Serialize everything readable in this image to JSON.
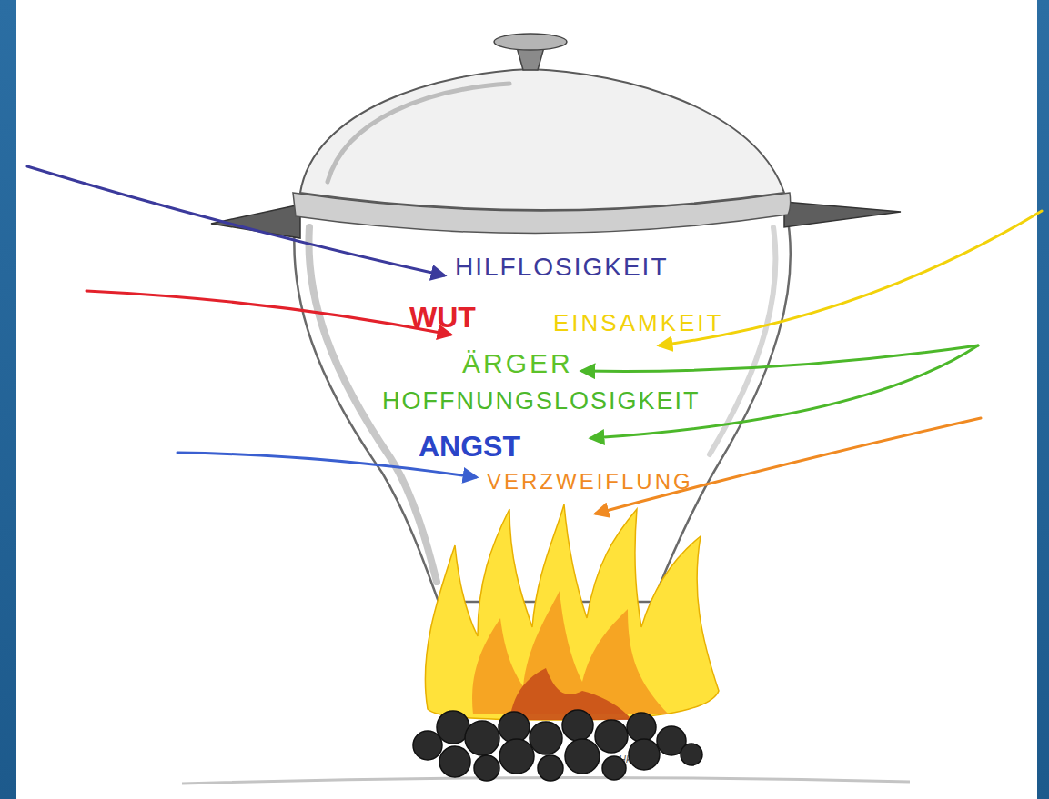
{
  "diagram": {
    "nodes": [
      {
        "text": [
          "HILFLOSIGKEIT",
          "WUT",
          "EINSAMKEIT",
          "ÄRGER",
          "HOFFNUNGSLOSIGKEIT",
          "ANGST",
          "VERZWEIFLUNG"
        ]
      }
    ],
    "labels": [
      "Hk/2010"
    ]
  }
}
